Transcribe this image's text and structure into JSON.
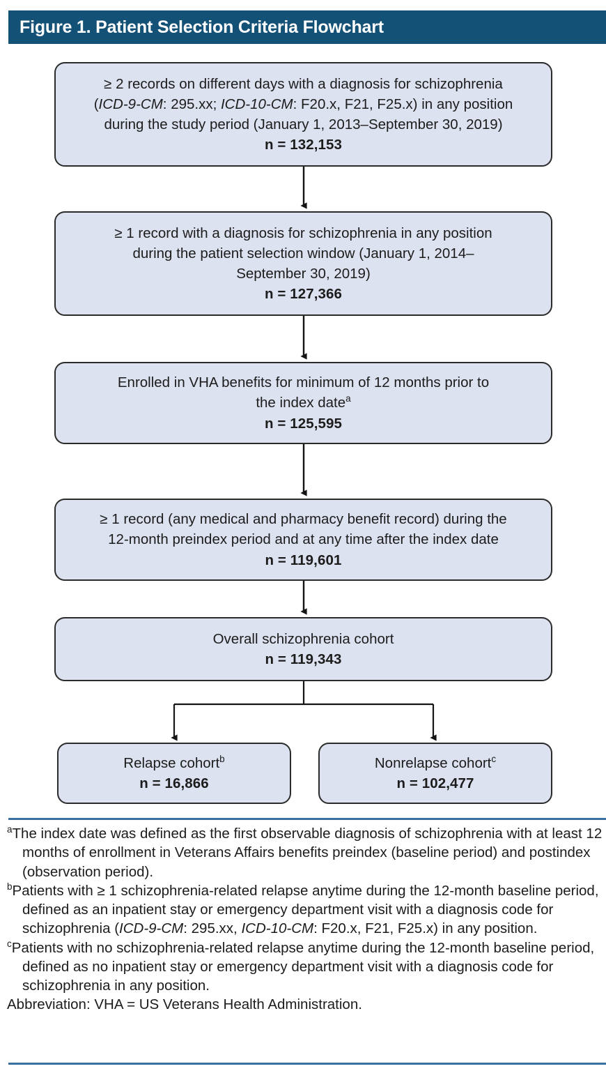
{
  "figure": {
    "title": "Figure 1. Patient Selection Criteria Flowchart",
    "header_color": "#145177",
    "box_fill_color": "#dde2f0",
    "box_border_color": "#2b2b2b",
    "rule_color": "#3a6f9f"
  },
  "chart_data": {
    "type": "diagram",
    "diagram_kind": "patient-selection-flowchart",
    "title": "Figure 1. Patient Selection Criteria Flowchart",
    "nodes": [
      {
        "id": "node-1",
        "lines": [
          "≥ 2 records on different days with a diagnosis for schizophrenia",
          "(ICD-9-CM: 295.xx; ICD-10-CM: F20.x, F21, F25.x) in any position",
          "during the study period (January 1, 2013–September 30, 2019)"
        ],
        "n_label": "n = 132,153",
        "n_value": 132153
      },
      {
        "id": "node-2",
        "lines": [
          "≥ 1 record with a diagnosis for schizophrenia in any position",
          "during the patient selection window (January 1, 2014–",
          "September 30, 2019)"
        ],
        "n_label": "n = 127,366",
        "n_value": 127366
      },
      {
        "id": "node-3",
        "lines": [
          "Enrolled  in VHA benefits for minimum of 12 months prior to",
          "the index date"
        ],
        "superscript": "a",
        "n_label": "n = 125,595",
        "n_value": 125595
      },
      {
        "id": "node-4",
        "lines": [
          "≥ 1 record (any medical and pharmacy benefit record) during the",
          "12-month preindex period and at any time after the index date"
        ],
        "n_label": "n = 119,601",
        "n_value": 119601
      },
      {
        "id": "node-5",
        "lines": [
          "Overall schizophrenia cohort"
        ],
        "n_label": "n = 119,343",
        "n_value": 119343
      },
      {
        "id": "node-6",
        "lines": [
          "Relapse cohort"
        ],
        "superscript": "b",
        "n_label": "n = 16,866",
        "n_value": 16866
      },
      {
        "id": "node-7",
        "lines": [
          "Nonrelapse cohort"
        ],
        "superscript": "c",
        "n_label": "n = 102,477",
        "n_value": 102477
      }
    ],
    "edges": [
      {
        "from": "node-1",
        "to": "node-2",
        "style": "arrow-down"
      },
      {
        "from": "node-2",
        "to": "node-3",
        "style": "arrow-down"
      },
      {
        "from": "node-3",
        "to": "node-4",
        "style": "arrow-down"
      },
      {
        "from": "node-4",
        "to": "node-5",
        "style": "arrow-down"
      },
      {
        "from": "node-5",
        "to": "node-6",
        "style": "branch-arrow-down-left"
      },
      {
        "from": "node-5",
        "to": "node-7",
        "style": "branch-arrow-down-right"
      }
    ]
  },
  "nodes": {
    "node1": {
      "l1": "≥ 2 records on different days with a diagnosis for schizophrenia",
      "l2_pre": "(",
      "l2_it1": "ICD-9-CM",
      "l2_mid": ": 295.xx; ",
      "l2_it2": "ICD-10-CM",
      "l2_post": ": F20.x, F21, F25.x) in any position",
      "l3": "during the study period (January 1, 2013–September 30, 2019)",
      "n": "n = 132,153"
    },
    "node2": {
      "l1": "≥ 1 record with a diagnosis for schizophrenia in any position",
      "l2": "during the patient selection window (January 1, 2014–",
      "l3": "September 30, 2019)",
      "n": "n = 127,366"
    },
    "node3": {
      "l1": "Enrolled  in VHA benefits for minimum of 12 months prior to",
      "l2": "the index date",
      "sup": "a",
      "n": "n = 125,595"
    },
    "node4": {
      "l1": "≥ 1 record (any medical and pharmacy benefit record) during the",
      "l2": "12-month preindex period and at any time after the index date",
      "n": "n = 119,601"
    },
    "node5": {
      "l1": "Overall schizophrenia cohort",
      "n": "n = 119,343"
    },
    "node6": {
      "l1": "Relapse cohort",
      "sup": "b",
      "n": "n = 16,866"
    },
    "node7": {
      "l1": "Nonrelapse cohort",
      "sup": "c",
      "n": "n = 102,477"
    }
  },
  "footnotes": {
    "a": {
      "marker": "a",
      "text": "The index date was defined as the first observable diagnosis of schizophrenia with at least 12 months of enrollment in Veterans Affairs benefits preindex (baseline period) and postindex (observation period)."
    },
    "b": {
      "marker": "b",
      "part1": "Patients with ≥ 1 schizophrenia-related relapse anytime during the 12-month baseline period, defined as an inpatient stay or emergency department visit with a diagnosis code for schizophrenia (",
      "italic1": "ICD-9-CM",
      "part2": ": 295.xx, ",
      "italic2": "ICD-10-CM",
      "part3": ": F20.x, F21, F25.x) in any position."
    },
    "c": {
      "marker": "c",
      "text": "Patients with no schizophrenia-related relapse anytime during the 12-month baseline period, defined as no inpatient stay or emergency department visit with a diagnosis code for schizophrenia in any position."
    },
    "abbreviation": "Abbreviation: VHA = US Veterans Health Administration."
  }
}
